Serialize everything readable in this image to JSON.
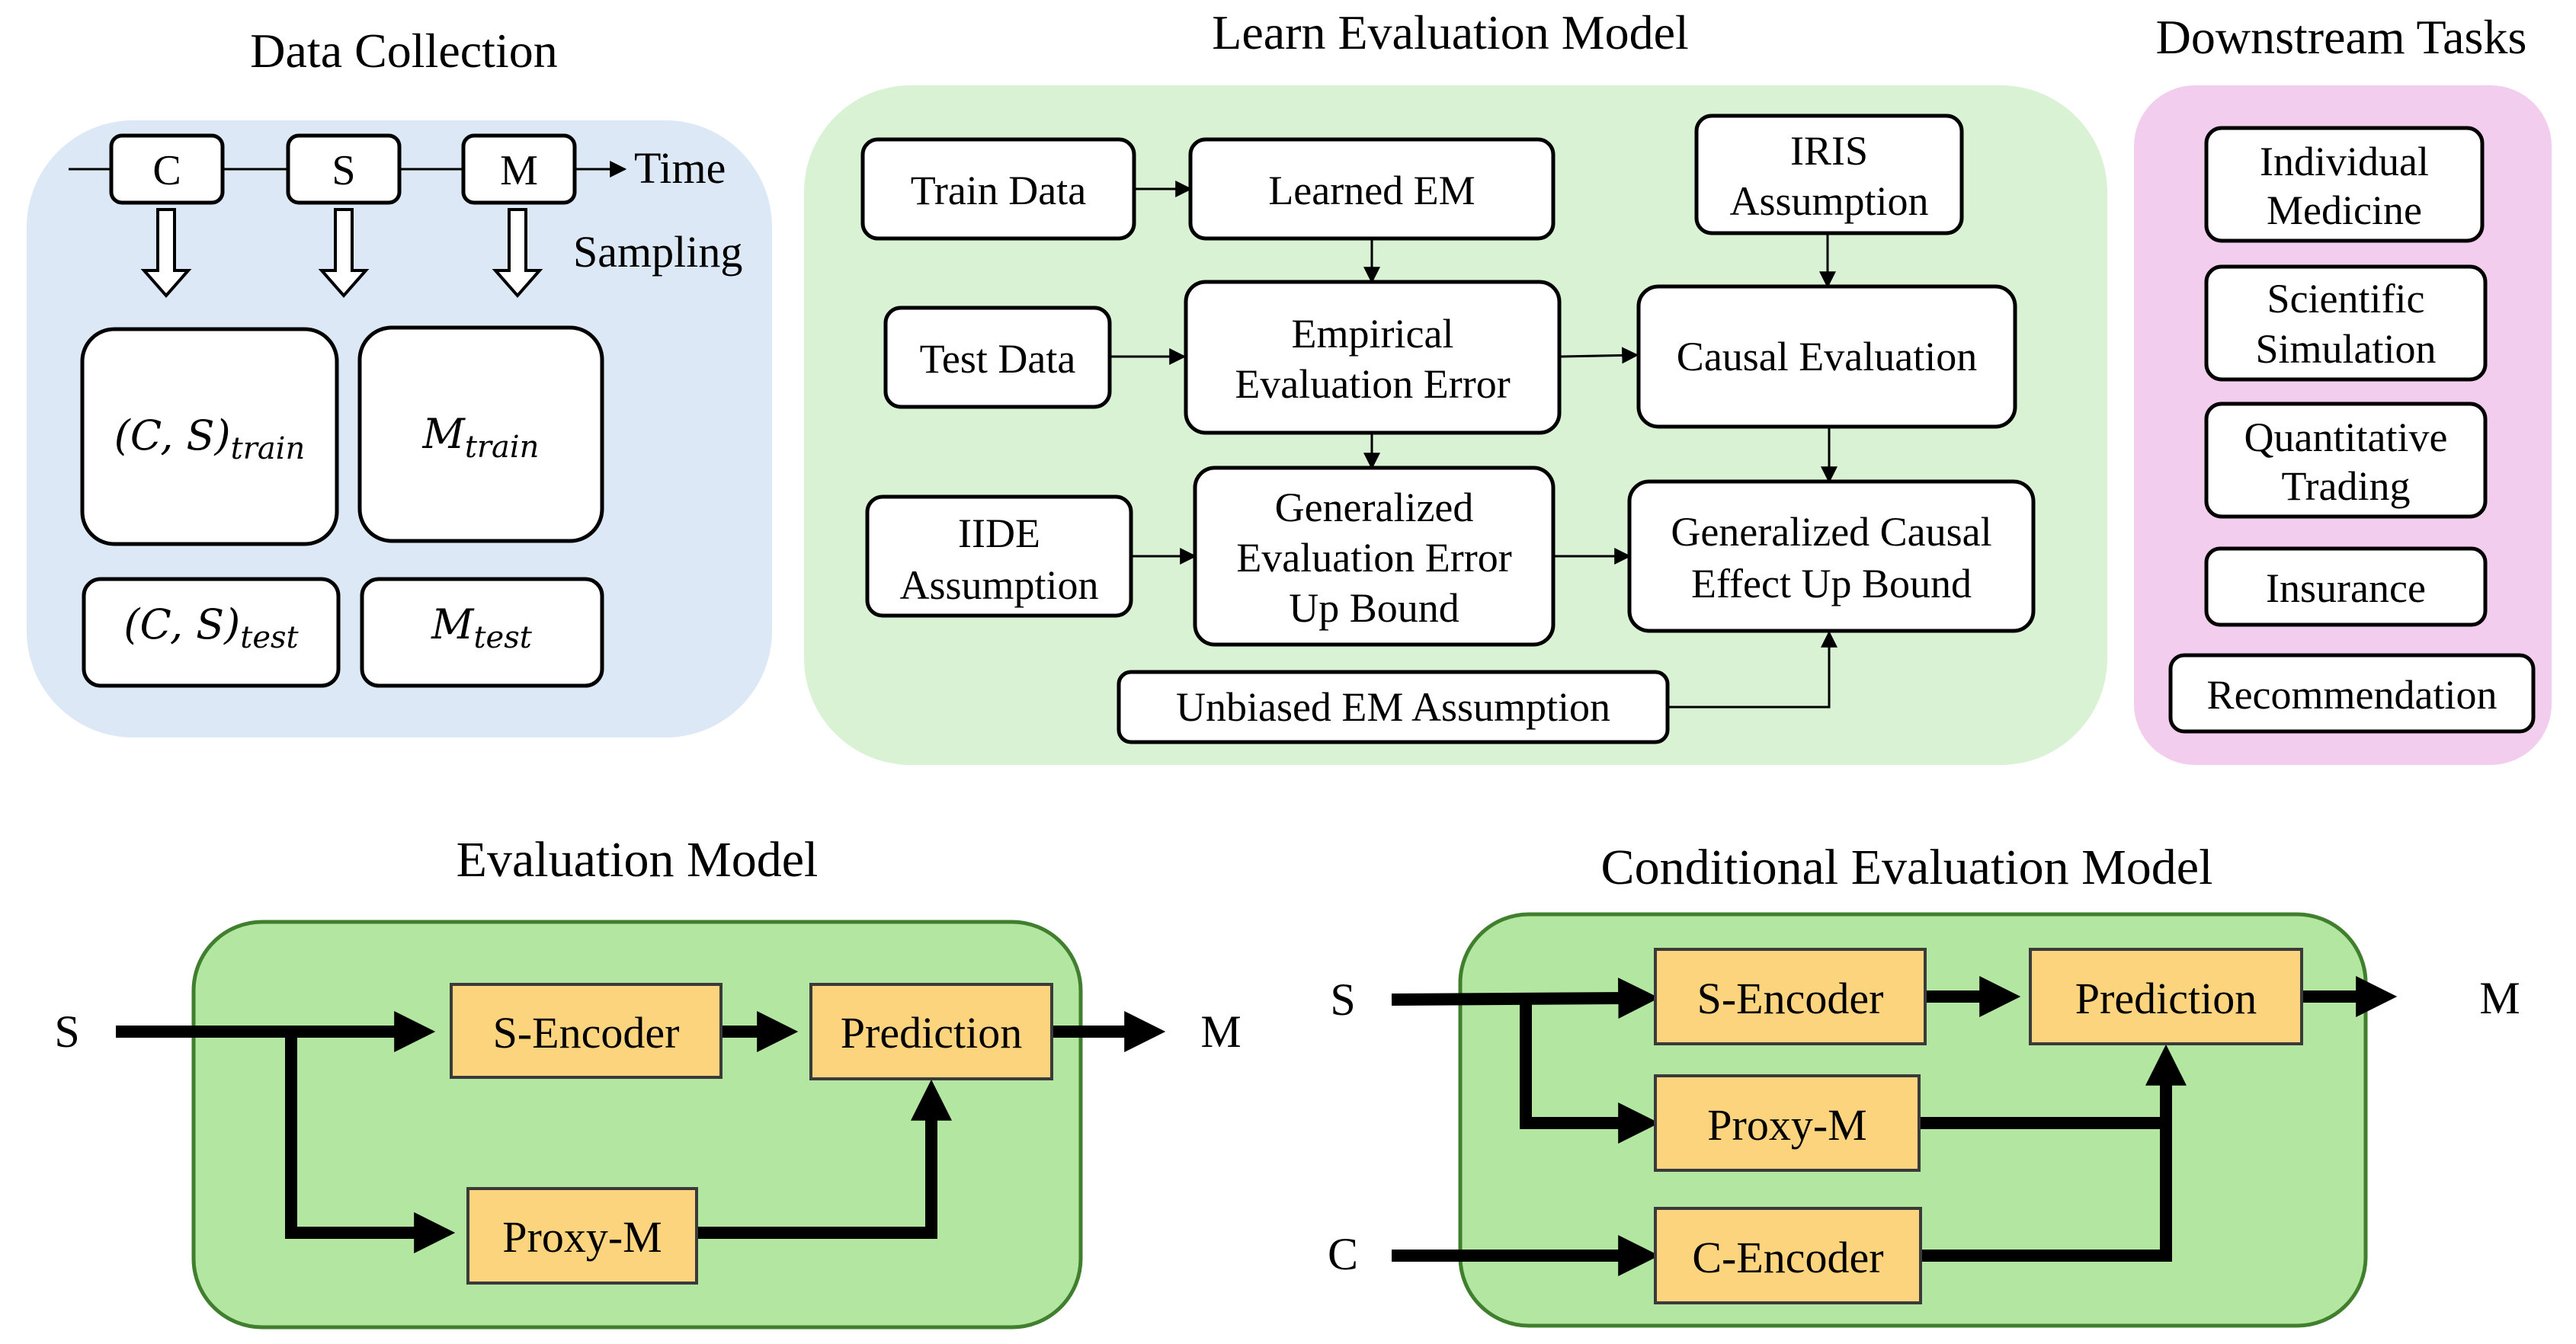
{
  "data_collection": {
    "title": "Data Collection",
    "timeline": [
      "C",
      "S",
      "M"
    ],
    "time_label": "Time",
    "sampling_label": "Sampling",
    "train_cs": {
      "base": "(C, S)",
      "sub": "train"
    },
    "train_m": {
      "base": "M",
      "sub": "train"
    },
    "test_cs": {
      "base": "(C, S)",
      "sub": "test"
    },
    "test_m": {
      "base": "M",
      "sub": "test"
    }
  },
  "learn_em": {
    "title": "Learn Evaluation Model",
    "train_data": "Train Data",
    "learned_em": "Learned EM",
    "iris": [
      "IRIS",
      "Assumption"
    ],
    "test_data": "Test Data",
    "empirical": [
      "Empirical",
      "Evaluation Error"
    ],
    "causal_eval": "Causal Evaluation",
    "iide": [
      "IIDE",
      "Assumption"
    ],
    "gen_error": [
      "Generalized",
      "Evaluation Error",
      "Up Bound"
    ],
    "gen_causal": [
      "Generalized Causal",
      "Effect Up Bound"
    ],
    "unbiased": "Unbiased EM Assumption"
  },
  "downstream": {
    "title": "Downstream Tasks",
    "tasks": [
      [
        "Individual",
        "Medicine"
      ],
      [
        "Scientific",
        "Simulation"
      ],
      [
        "Quantitative",
        "Trading"
      ],
      [
        "Insurance"
      ],
      [
        "Recommendation"
      ]
    ]
  },
  "evaluation_model": {
    "title": "Evaluation Model",
    "input": "S",
    "output": "M",
    "s_encoder": "S-Encoder",
    "prediction": "Prediction",
    "proxy_m": "Proxy-M"
  },
  "conditional_model": {
    "title": "Conditional Evaluation Model",
    "input_s": "S",
    "input_c": "C",
    "output": "M",
    "s_encoder": "S-Encoder",
    "prediction": "Prediction",
    "proxy_m": "Proxy-M",
    "c_encoder": "C-Encoder"
  },
  "colors": {
    "data_panel": "#dce8f5",
    "learn_panel": "#d9f2d3",
    "downstream_panel": "#f2cdee",
    "model_panel": "#b3e6a0",
    "model_panel_border": "#3f7f2e",
    "module_fill": "#fdd47e"
  }
}
